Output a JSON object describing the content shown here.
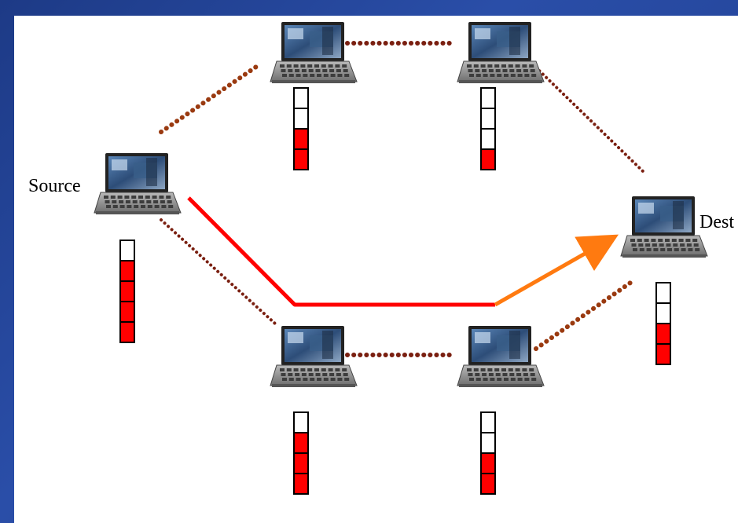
{
  "labels": {
    "source": "Source",
    "dest": "Dest"
  },
  "colors": {
    "background": "#2447a0",
    "panel": "#ffffff",
    "link_dotted": "#7a1f10",
    "link_dotted_light": "#9a3a10",
    "path_red": "#ff0000",
    "path_orange": "#ff7a10",
    "queue_filled": "#ff0000",
    "queue_empty": "#ffffff",
    "queue_border": "#000000"
  },
  "nodes": [
    {
      "id": "source",
      "icon": "laptop-icon",
      "queue_total": 5,
      "queue_filled": 4
    },
    {
      "id": "top-left",
      "icon": "laptop-icon",
      "queue_total": 4,
      "queue_filled": 2
    },
    {
      "id": "top-right",
      "icon": "laptop-icon",
      "queue_total": 4,
      "queue_filled": 1
    },
    {
      "id": "dest",
      "icon": "laptop-icon",
      "queue_total": 4,
      "queue_filled": 2
    },
    {
      "id": "bottom-left",
      "icon": "laptop-icon",
      "queue_total": 4,
      "queue_filled": 3
    },
    {
      "id": "bottom-right",
      "icon": "laptop-icon",
      "queue_total": 4,
      "queue_filled": 2
    }
  ],
  "links": [
    {
      "from": "source",
      "to": "top-left",
      "style": "dotted"
    },
    {
      "from": "top-left",
      "to": "top-right",
      "style": "dotted"
    },
    {
      "from": "top-right",
      "to": "dest",
      "style": "dotted"
    },
    {
      "from": "source",
      "to": "bottom-left",
      "style": "dotted"
    },
    {
      "from": "bottom-left",
      "to": "bottom-right",
      "style": "dotted"
    },
    {
      "from": "bottom-right",
      "to": "dest",
      "style": "dotted"
    }
  ],
  "route": {
    "from": "source",
    "to": "dest",
    "style": "solid-arrow"
  }
}
